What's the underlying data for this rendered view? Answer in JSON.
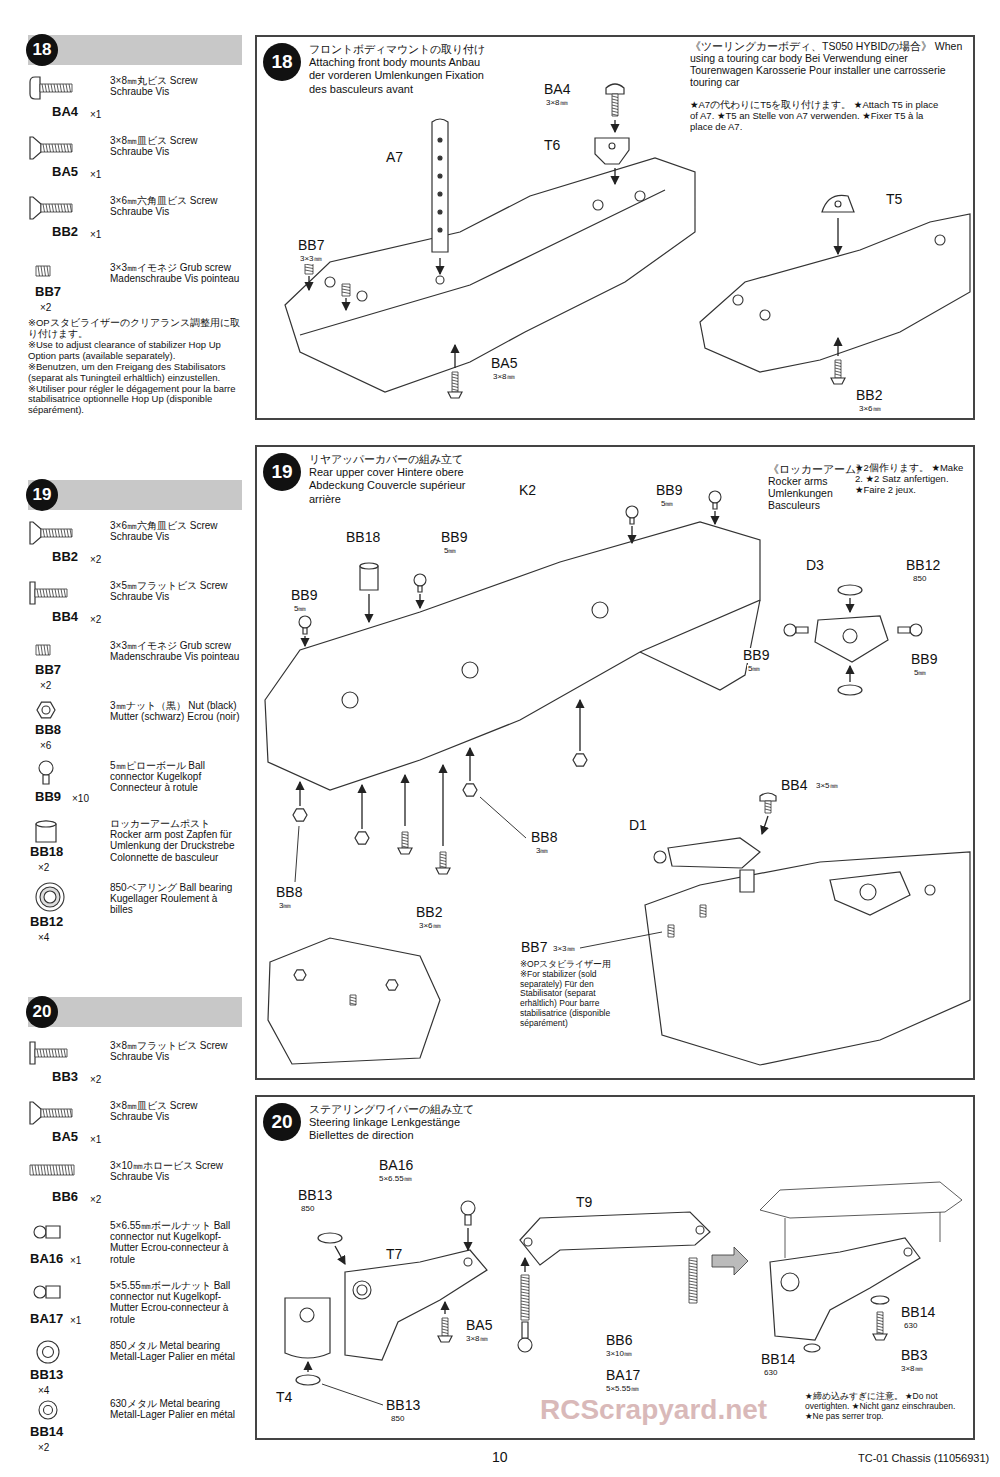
{
  "diagram": {
    "nodes": [
      {
        "text": [
          "18"
        ]
      },
      {
        "text": [
          "フロントボディマウントの取り付け Attaching front body mounts Anbau der vorderen Umlenkungen Fixation des basculeurs avant"
        ]
      },
      {
        "text": [
          "18"
        ],
        "in": 1
      },
      {
        "text": [
          "19"
        ]
      },
      {
        "text": [
          "リヤアッパーカバーの組み立て Rear upper cover Hintere obere Abdeckung Couvercle supérieur arrière"
        ]
      },
      {
        "text": [
          "19"
        ],
        "in": 4
      },
      {
        "text": [
          "20"
        ]
      },
      {
        "text": [
          "ステアリングワイパーの組み立て Steering linkage Lenkgestänge Biellettes de direction"
        ]
      },
      {
        "text": [
          "20"
        ],
        "in": 7
      }
    ],
    "labels": [
      "BA4",
      "×1",
      "3×8㎜丸ビス Screw Schraube Vis",
      "BA5",
      "×1",
      "3×8㎜皿ビス Screw Schraube Vis",
      "BB2",
      "×1",
      "3×6㎜六角皿ビス Screw Schraube Vis",
      "BB7",
      "×2",
      "3×3㎜イモネジ Grub screw Madenschraube Vis pointeau",
      "※OPスタビライザーのクリアランス調整用に取り付けます。",
      "※Use to adjust clearance of stabilizer Hop Up Option parts (available separately).",
      "※Benutzen, um den Freigang des Stabilisators (separat als Tuningteil erhältlich) einzustellen.",
      "※Utiliser pour régler le dégagement pour la barre stabilisatrice optionnelle Hop Up (disponible séparément).",
      "BB2",
      "×2",
      "3×6㎜六角皿ビス Screw Schraube Vis",
      "BB4",
      "×2",
      "3×5㎜フラットビス Screw Schraube Vis",
      "BB7",
      "×2",
      "3×3㎜イモネジ Grub screw Madenschraube Vis pointeau",
      "BB8",
      "×6",
      "3㎜ナット（黒） Nut (black) Mutter (schwarz) Ecrou (noir)",
      "BB9",
      "×10",
      "5㎜ピローボール Ball connector Kugelkopf Connecteur à rotule",
      "BB18",
      "×2",
      "ロッカーアームポスト Rocker arm post Zapfen für Umlenkung der Druckstrebe Colonnette de basculeur",
      "BB12",
      "×4",
      "850ベアリング Ball bearing Kugellager Roulement à billes",
      "BB3",
      "×2",
      "3×8㎜フラットビス Screw Schraube Vis",
      "BA5",
      "×1",
      "3×8㎜皿ビス Screw Schraube Vis",
      "BB6",
      "×2",
      "3×10㎜ホロービス Screw Schraube Vis",
      "BA16",
      "×1",
      "5×6.55㎜ボールナット Ball connector nut Kugelkopf-Mutter Ecrou-connecteur à rotule",
      "BA17",
      "×1",
      "5×5.55㎜ボールナット Ball connector nut Kugelkopf-Mutter Ecrou-connecteur à rotule",
      "BB13",
      "×4",
      "850メタル Metal bearing Metall-Lager Palier en métal",
      "BB14",
      "×2",
      "630メタル Metal bearing Metall-Lager Palier en métal",
      "A7",
      "BA4",
      "3×8㎜",
      "T6",
      "BB7",
      "3×3㎜",
      "BA5",
      "3×8㎜",
      "《ツーリングカーボディ、TS050 HYBIDの場合》 When using a touring car body Bei Verwendung einer Tourenwagen Karosserie Pour installer une carrosserie touring car",
      "★A7の代わりにT5を取り付けます。 ★Attach T5 in place of A7. ★T5 an Stelle von A7 verwenden. ★Fixer T5 à la place de A7.",
      "T5",
      "BB2",
      "3×6㎜",
      "K2",
      "BB9",
      "5㎜",
      "BB18",
      "BB9",
      "5㎜",
      "BB9",
      "5㎜",
      "BB8",
      "3㎜",
      "BB8",
      "3㎜",
      "BB2",
      "3×6㎜",
      "BB7",
      "3×3㎜",
      "※OPスタビライザー用 ※For stabilizer (sold separately) Für den Stabilisator (separat erhältlich) Pour barre stabilisatrice (disponible séparément)",
      "《ロッカーアーム》 Rocker arms Umlenkungen Basculeurs",
      "★2個作ります。 ★Make 2. ★2 Satz anfertigen. ★Faire 2 jeux.",
      "D3",
      "BB12",
      "850",
      "BB9",
      "5㎜",
      "BB9",
      "5㎜",
      "BB4",
      "3×5㎜",
      "D1",
      "BA16",
      "5×6.55㎜",
      "T9",
      "BB13",
      "850",
      "T7",
      "BB6",
      "3×10㎜",
      "BA5",
      "3×8㎜",
      "BB14",
      "630",
      "BA17",
      "5×5.55㎜",
      "BB3",
      "3×8㎜",
      "T4",
      "BB13",
      "850",
      "BB14",
      "630",
      "★締め込みすぎに注意。 ★Do not overtighten. ★Nicht ganz einschrauben. ★Ne pas serrer trop.",
      "RCScrapyard.net",
      "10",
      "TC-01 Chassis (11056931)"
    ]
  }
}
